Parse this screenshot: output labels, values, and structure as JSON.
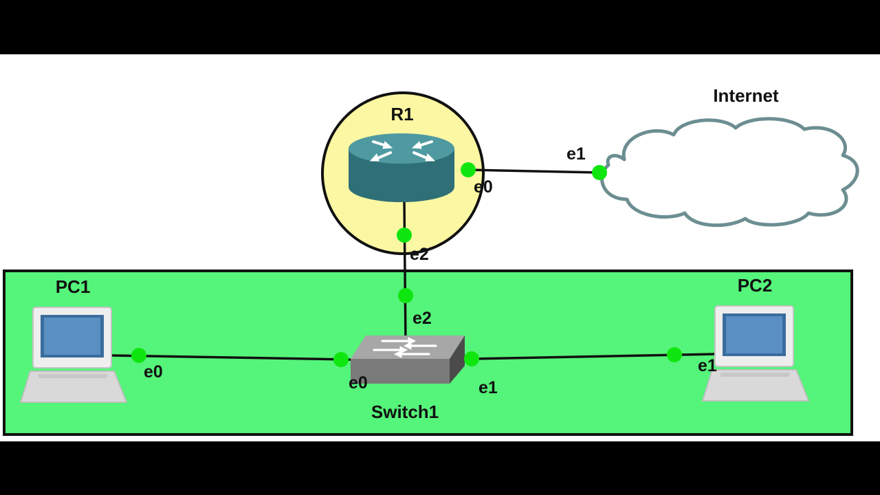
{
  "diagram": {
    "colors": {
      "frame_bar": "#000000",
      "canvas": "#ffffff",
      "lan_zone": "#55f47a",
      "router_zone": "#fbf7a2",
      "link": "#111111",
      "port_dot": "#0fe60f",
      "device_teal": "#3f8a91",
      "cloud_fill": "#ffffff",
      "cloud_stroke": "#6c8e91"
    },
    "nodes": {
      "router": {
        "label": "R1",
        "icon": "router-icon"
      },
      "cloud": {
        "label": "Internet",
        "icon": "cloud-icon"
      },
      "switch": {
        "label": "Switch1",
        "icon": "switch-icon"
      },
      "pc1": {
        "label": "PC1",
        "icon": "laptop-icon"
      },
      "pc2": {
        "label": "PC2",
        "icon": "laptop-icon"
      }
    },
    "links": [
      {
        "from": "R1",
        "from_port": "e0",
        "to": "Internet",
        "to_port": "e1"
      },
      {
        "from": "R1",
        "from_port": "e2",
        "to": "Switch1",
        "to_port": "e2"
      },
      {
        "from": "PC1",
        "from_port": "e0",
        "to": "Switch1",
        "to_port": "e0"
      },
      {
        "from": "Switch1",
        "from_port": "e1",
        "to": "PC2",
        "to_port": "e1"
      }
    ]
  }
}
